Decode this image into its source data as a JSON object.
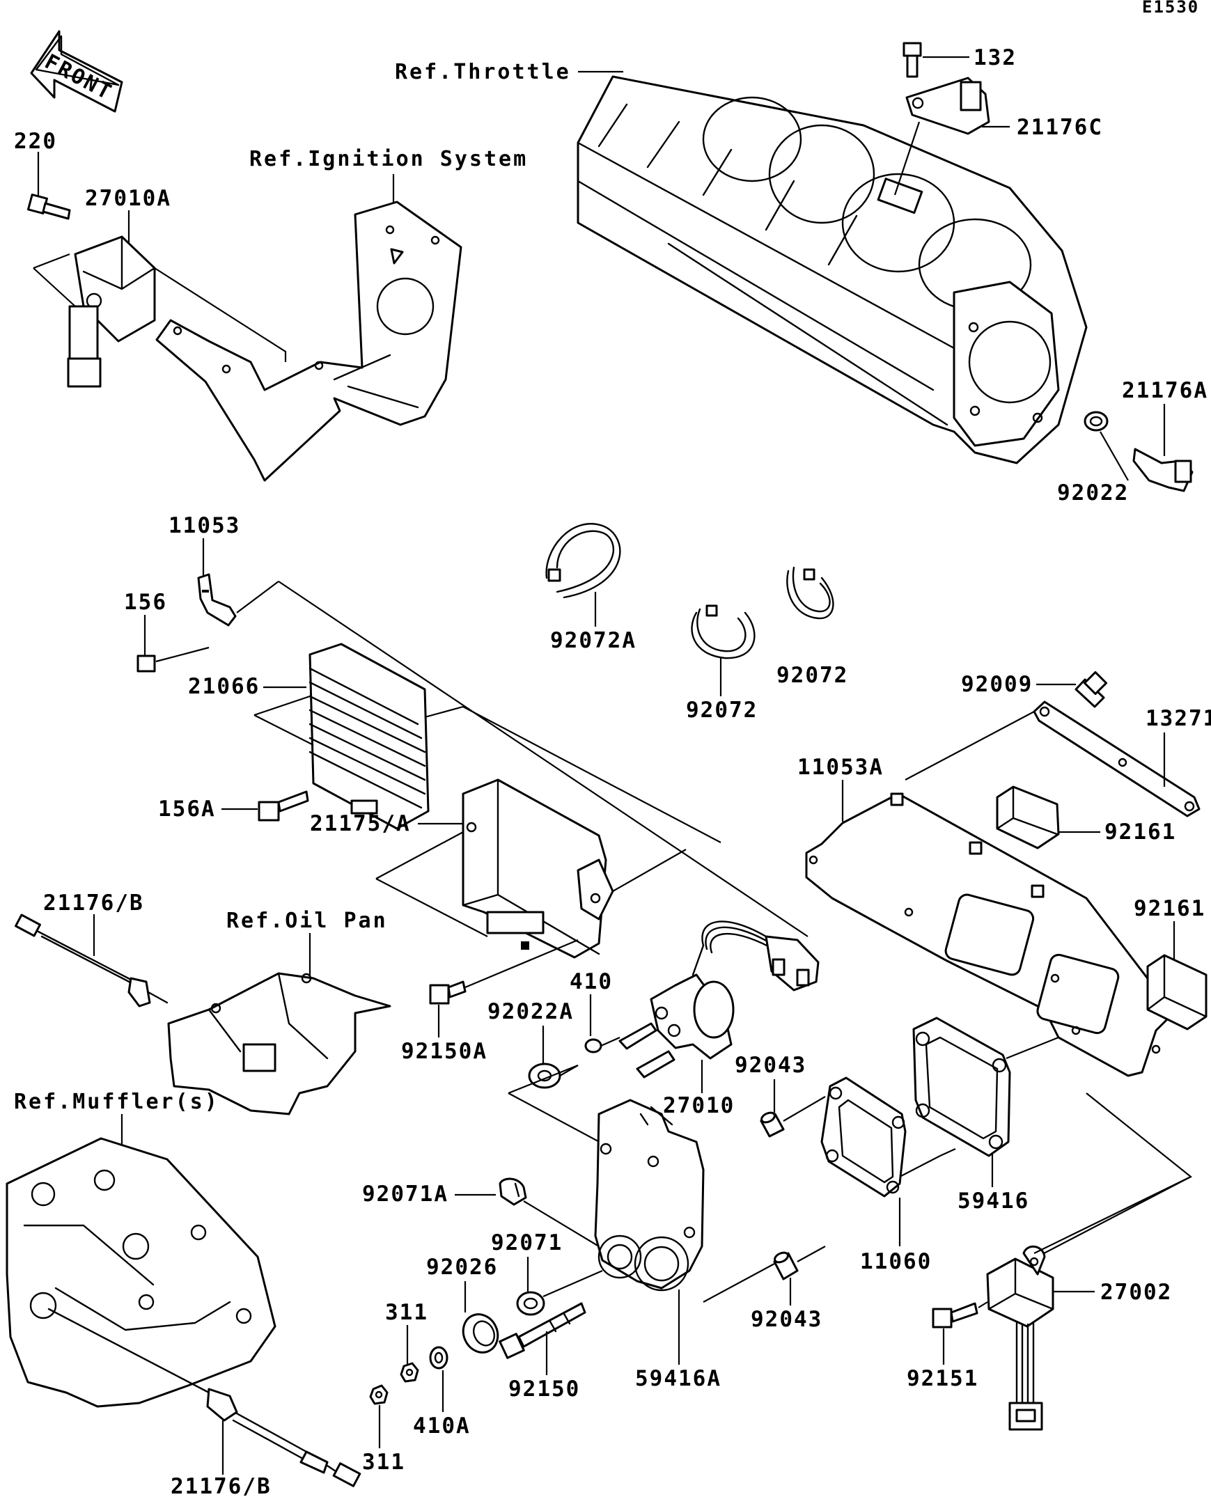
{
  "diagram_code": "E1530",
  "front_marker": "FRONT",
  "references": {
    "throttle": "Ref.Throttle",
    "ignition": "Ref.Ignition System",
    "oil_pan": "Ref.Oil Pan",
    "muffler": "Ref.Muffler(s)"
  },
  "parts": {
    "p132": "132",
    "p21176C": "21176C",
    "p21176A": "21176A",
    "p92022": "92022",
    "p220": "220",
    "p27010A": "27010A",
    "p11053": "11053",
    "p156": "156",
    "p92072A": "92072A",
    "p92072_top": "92072",
    "p92072_mid": "92072",
    "p21066": "21066",
    "p92009": "92009",
    "p13271": "13271",
    "p11053A": "11053A",
    "p156A": "156A",
    "p21175A": "21175/A",
    "p92161_a": "92161",
    "p92161_b": "92161",
    "p21176B_top": "21176/B",
    "p410": "410",
    "p92022A": "92022A",
    "p92150A": "92150A",
    "p92043_top": "92043",
    "p27010": "27010",
    "p92071A": "92071A",
    "p92071": "92071",
    "p59416": "59416",
    "p92026": "92026",
    "p11060": "11060",
    "p311_a": "311",
    "p27002": "27002",
    "p92043_bot": "92043",
    "p410A": "410A",
    "p92150": "92150",
    "p59416A": "59416A",
    "p92151": "92151",
    "p311_b": "311",
    "p21176B_bot": "21176/B"
  }
}
